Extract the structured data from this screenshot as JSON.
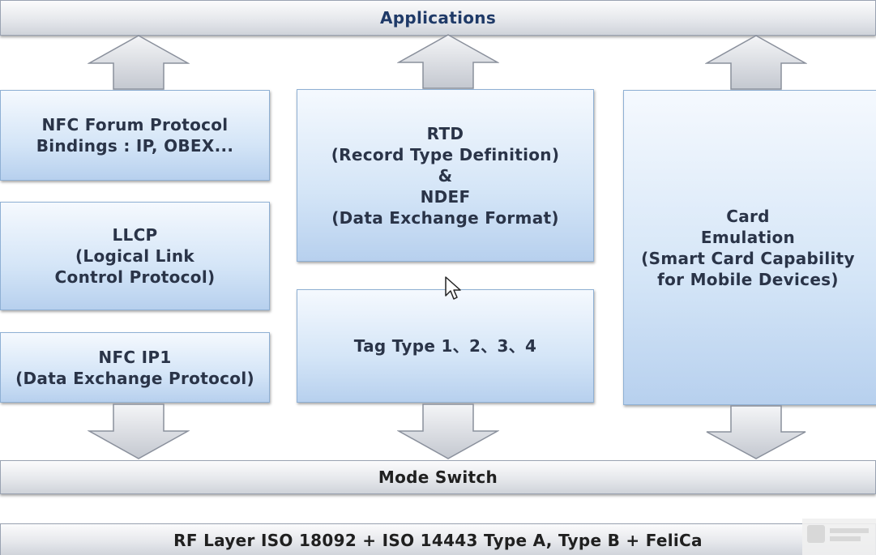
{
  "diagram": {
    "top_bar": {
      "label": "Applications"
    },
    "mode_switch": {
      "label": "Mode Switch"
    },
    "rf_layer": {
      "label": "RF Layer ISO 18092 + ISO 14443 Type A, Type B + FeliCa"
    },
    "boxes": {
      "nfc_forum": {
        "lines": [
          "NFC Forum Protocol",
          "Bindings : IP, OBEX..."
        ]
      },
      "llcp": {
        "lines": [
          "LLCP",
          "(Logical Link",
          "Control Protocol)"
        ]
      },
      "nfc_ip1": {
        "lines": [
          "NFC IP1",
          "(Data Exchange Protocol)"
        ]
      },
      "rtd_ndef": {
        "lines": [
          "RTD",
          "(Record Type Definition)",
          "&",
          "NDEF",
          "(Data Exchange Format)"
        ]
      },
      "tag_type": {
        "lines": [
          "Tag Type 1、2、3、4"
        ]
      },
      "card_emulation": {
        "lines": [
          "Card",
          "Emulation",
          "(Smart Card Capability",
          "for Mobile Devices)"
        ]
      }
    }
  },
  "colors": {
    "box_fill_top": "#f5f9fe",
    "box_fill_bottom": "#b7d0ee",
    "bar_fill": "#e6e8ec",
    "arrow_fill": "#d9dde5",
    "title_text": "#1f3a68"
  },
  "icons": {
    "arrow_up": "arrow-up-icon",
    "arrow_down": "arrow-down-icon",
    "cursor": "mouse-cursor-icon"
  }
}
